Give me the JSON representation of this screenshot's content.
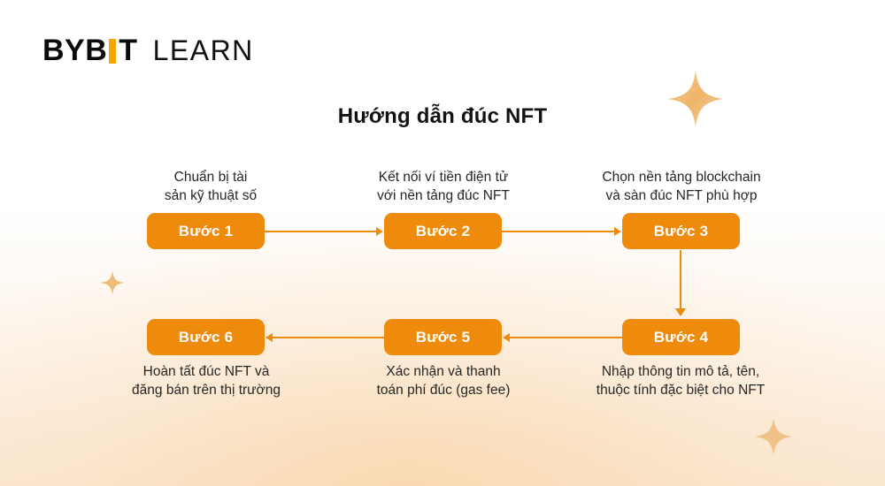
{
  "brand": {
    "name_main": "BYB",
    "name_tail": "T",
    "name_second": "LEARN",
    "accent_color": "#f7a600"
  },
  "header": {
    "title": "Hướng dẫn đúc NFT"
  },
  "theme": {
    "step_color": "#ee8a0c",
    "connector_color": "#ee8a0c",
    "step_text_color": "#ffffff",
    "caption_color": "#262626",
    "background_top": "#ffffff",
    "background_bottom": "#fbe7d2",
    "sparkle_color": "#f0b96b"
  },
  "flow": {
    "steps": [
      {
        "id": "step-1",
        "label": "Bước 1",
        "caption": "Chuẩn bị tài\nsản kỹ thuật số",
        "caption_position": "above"
      },
      {
        "id": "step-2",
        "label": "Bước 2",
        "caption": "Kết nối ví tiền điện tử\nvới nền tảng đúc NFT",
        "caption_position": "above"
      },
      {
        "id": "step-3",
        "label": "Bước 3",
        "caption": "Chọn nền tảng blockchain\nvà sàn đúc NFT phù hợp",
        "caption_position": "above"
      },
      {
        "id": "step-4",
        "label": "Bước 4",
        "caption": "Nhập thông tin mô tả, tên,\nthuộc tính đặc biệt cho NFT",
        "caption_position": "below"
      },
      {
        "id": "step-5",
        "label": "Bước 5",
        "caption": "Xác nhận và thanh\ntoán phí đúc (gas fee)",
        "caption_position": "below"
      },
      {
        "id": "step-6",
        "label": "Bước 6",
        "caption": "Hoàn tất đúc NFT và\nđăng bán trên thị trường",
        "caption_position": "below"
      }
    ],
    "connectors": [
      {
        "id": "connector-1-2",
        "direction": "right"
      },
      {
        "id": "connector-2-3",
        "direction": "right"
      },
      {
        "id": "connector-3-4",
        "direction": "down"
      },
      {
        "id": "connector-4-5",
        "direction": "left"
      },
      {
        "id": "connector-5-6",
        "direction": "left"
      }
    ]
  },
  "decorations": {
    "sparkles": [
      {
        "id": "sparkle-top-right",
        "size": "large"
      },
      {
        "id": "sparkle-left",
        "size": "small"
      },
      {
        "id": "sparkle-bottom-right",
        "size": "medium"
      }
    ]
  }
}
